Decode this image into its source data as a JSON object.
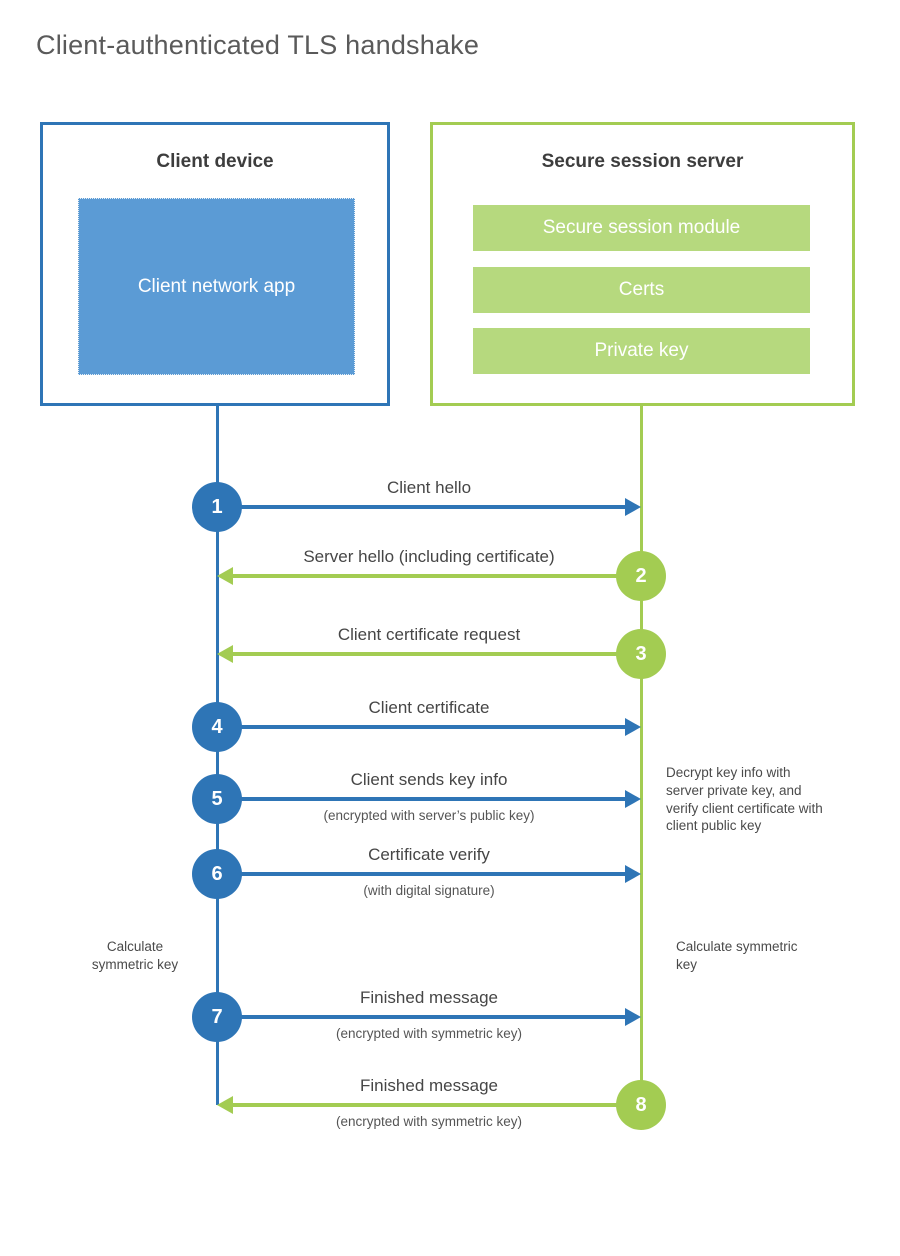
{
  "title": "Client-authenticated TLS handshake",
  "colors": {
    "blue": "#2e75b6",
    "blue_fill": "#5b9bd5",
    "green": "#a3cc52",
    "green_fill": "#b6d97e"
  },
  "client_box": {
    "header": "Client device",
    "app_label": "Client network app"
  },
  "server_box": {
    "header": "Secure session server",
    "modules": [
      "Secure session module",
      "Certs",
      "Private key"
    ]
  },
  "steps": [
    {
      "number": "1",
      "label": "Client hello",
      "sublabel": "",
      "direction": "right",
      "actor": "client"
    },
    {
      "number": "2",
      "label": "Server hello (including certificate)",
      "sublabel": "",
      "direction": "left",
      "actor": "server"
    },
    {
      "number": "3",
      "label": "Client certificate request",
      "sublabel": "",
      "direction": "left",
      "actor": "server"
    },
    {
      "number": "4",
      "label": "Client certificate",
      "sublabel": "",
      "direction": "right",
      "actor": "client"
    },
    {
      "number": "5",
      "label": "Client sends key info",
      "sublabel": "(encrypted with server’s public key)",
      "direction": "right",
      "actor": "client"
    },
    {
      "number": "6",
      "label": "Certificate verify",
      "sublabel": "(with digital signature)",
      "direction": "right",
      "actor": "client"
    },
    {
      "number": "7",
      "label": "Finished message",
      "sublabel": "(encrypted with symmetric key)",
      "direction": "right",
      "actor": "client"
    },
    {
      "number": "8",
      "label": "Finished message",
      "sublabel": "(encrypted with symmetric key)",
      "direction": "left",
      "actor": "server"
    }
  ],
  "annotations": {
    "decrypt_note": "Decrypt key info with server private key, and verify client certificate with client public key",
    "calculate_left": "Calculate symmetric key",
    "calculate_right": "Calculate symmetric key"
  }
}
